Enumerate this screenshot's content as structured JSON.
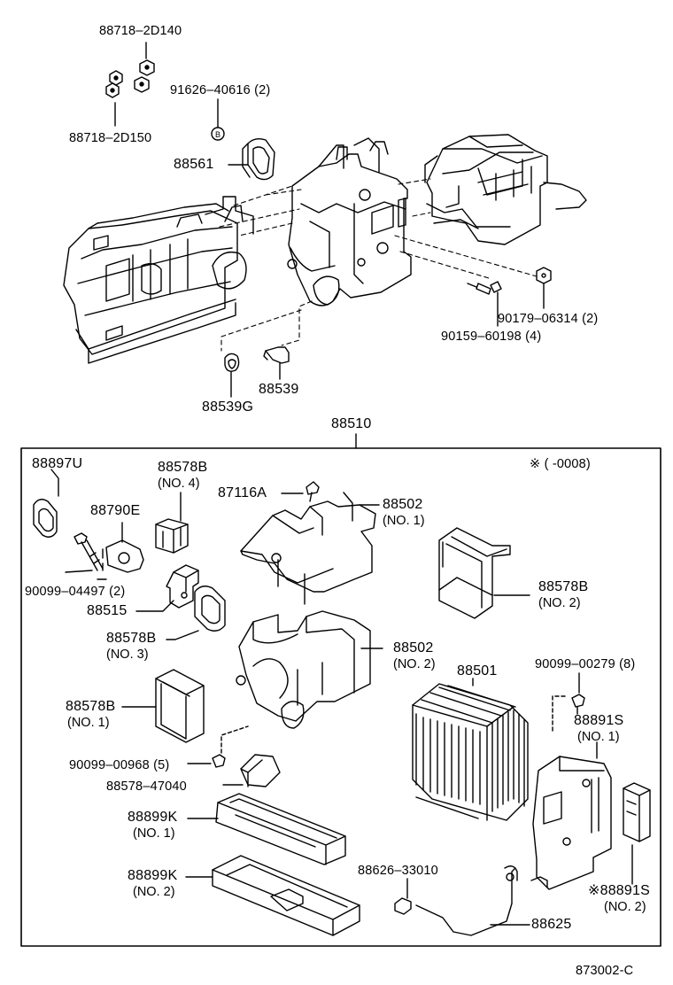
{
  "diagram_code": "873002-C",
  "assembly_label": "88510",
  "note": "※ (        -0008)",
  "parts": {
    "p_88718_2d140": "88718–2D140",
    "p_88718_2d150": "88718–2D150",
    "p_91626": "91626–40616 (2)",
    "p_88561": "88561",
    "p_90179": "90179–06314 (2)",
    "p_90159": "90159–60198 (4)",
    "p_88539": "88539",
    "p_88539g": "88539G",
    "p_88897u": "88897U",
    "p_88578b_no4": "88578B",
    "p_88578b_no4_sub": "(NO. 4)",
    "p_87116a": "87116A",
    "p_88502_no1": "88502",
    "p_88502_no1_sub": "(NO. 1)",
    "p_88790e": "88790E",
    "p_90099_04497": "90099–04497 (2)",
    "p_88515": "88515",
    "p_88578b_no3": "88578B",
    "p_88578b_no3_sub": "(NO. 3)",
    "p_88578b_no2": "88578B",
    "p_88578b_no2_sub": "(NO. 2)",
    "p_88502_no2": "88502",
    "p_88502_no2_sub": "(NO. 2)",
    "p_88501": "88501",
    "p_90099_00279": "90099–00279 (8)",
    "p_88578b_no1": "88578B",
    "p_88578b_no1_sub": "(NO. 1)",
    "p_88891s_no1": "88891S",
    "p_88891s_no1_sub": "(NO. 1)",
    "p_90099_00968": "90099–00968 (5)",
    "p_88578_47040": "88578–47040",
    "p_88899k_no1": "88899K",
    "p_88899k_no1_sub": "(NO. 1)",
    "p_88899k_no2": "88899K",
    "p_88899k_no2_sub": "(NO. 2)",
    "p_88626": "88626–33010",
    "p_88625": "88625",
    "p_88891s_no2": "※88891S",
    "p_88891s_no2_sub": "(NO. 2)"
  }
}
